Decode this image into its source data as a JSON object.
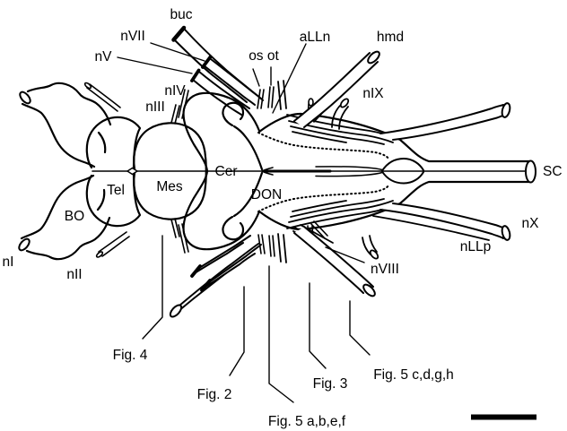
{
  "colors": {
    "ink": "#000000",
    "background": "#ffffff"
  },
  "labels": {
    "buc": "buc",
    "nvii": "nVII",
    "nv": "nV",
    "os_ot": "os ot",
    "alln": "aLLn",
    "hmd": "hmd",
    "niv": "nIV",
    "niii": "nIII",
    "nix": "nIX",
    "sc": "SC",
    "cer": "Cer",
    "mes": "Mes",
    "tel": "Tel",
    "don": "DON",
    "bo": "BO",
    "ni": "nI",
    "nii": "nII",
    "nx": "nX",
    "nllp": "nLLp",
    "nviii": "nVIII"
  },
  "callouts": {
    "fig4": "Fig. 4",
    "fig2": "Fig. 2",
    "fig5abef": "Fig. 5 a,b,e,f",
    "fig3": "Fig. 3",
    "fig5cdgh": "Fig. 5 c,d,g,h"
  }
}
